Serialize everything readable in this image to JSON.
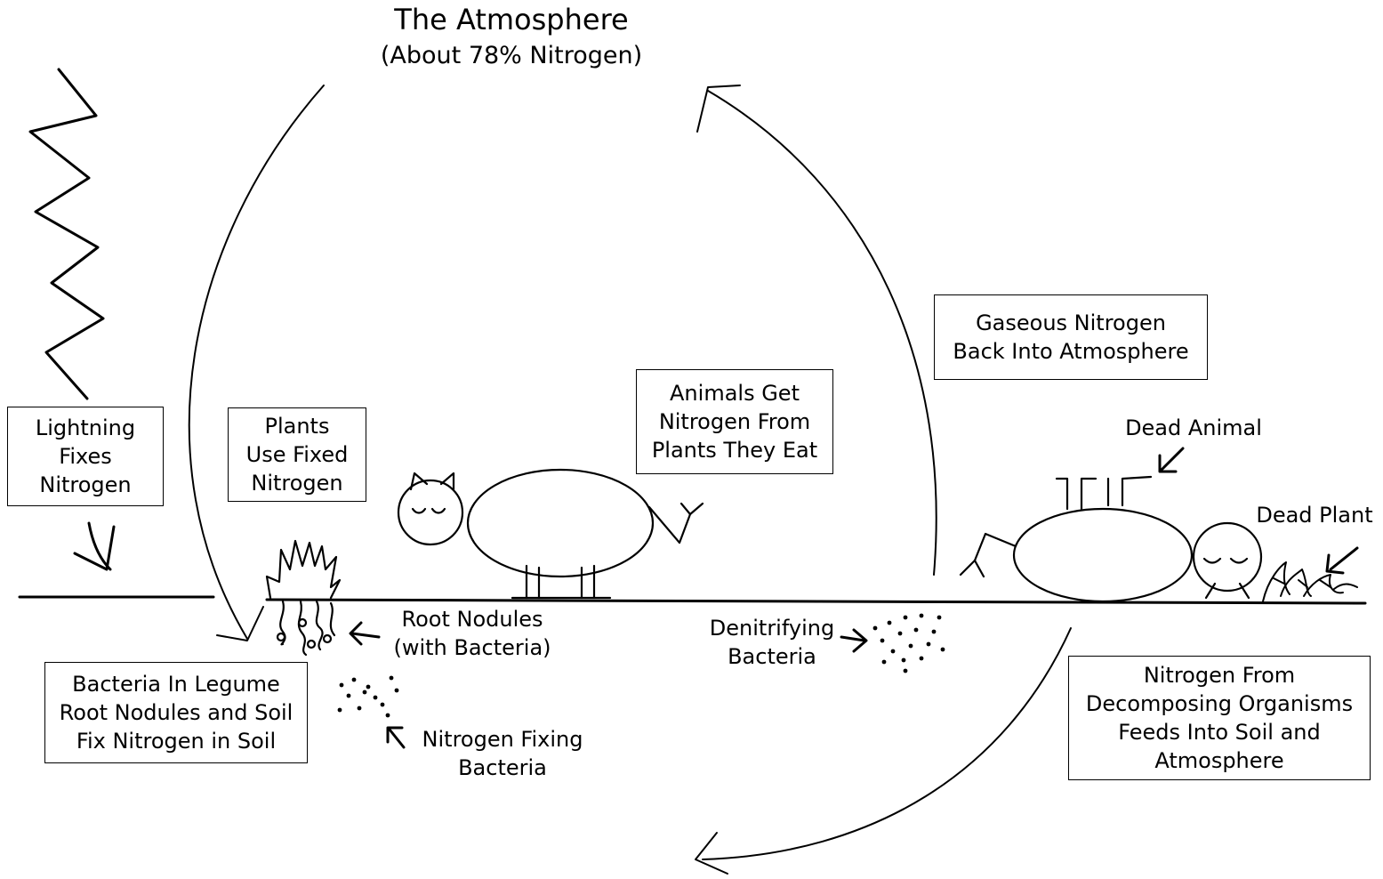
{
  "title": {
    "line1": "The Atmosphere",
    "line2": "(About 78% Nitrogen)"
  },
  "boxes": {
    "lightning": [
      "Lightning",
      "Fixes",
      "Nitrogen"
    ],
    "plants": [
      "Plants",
      "Use Fixed",
      "Nitrogen"
    ],
    "animals": [
      "Animals Get",
      "Nitrogen From",
      "Plants They Eat"
    ],
    "gaseous": [
      "Gaseous Nitrogen",
      "Back Into Atmosphere"
    ],
    "bacteria_legume": [
      "Bacteria In Legume",
      "Root Nodules and Soil",
      "Fix Nitrogen in Soil"
    ],
    "decomposing": [
      "Nitrogen From",
      "Decomposing Organisms",
      "Feeds Into Soil and",
      "Atmosphere"
    ]
  },
  "labels": {
    "root_nodules": [
      "Root Nodules",
      "(with Bacteria)"
    ],
    "nitrogen_fixing": [
      "Nitrogen Fixing",
      "Bacteria"
    ],
    "denitrifying": [
      "Denitrifying",
      "Bacteria"
    ],
    "dead_animal": "Dead Animal",
    "dead_plant": "Dead Plant"
  }
}
